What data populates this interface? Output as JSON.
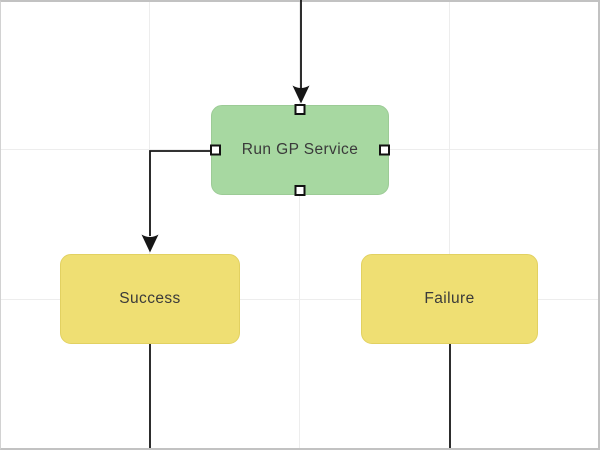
{
  "canvas": {
    "background": "#ffffff",
    "border_color": "#c2c2c2",
    "grid_color": "#ededed",
    "text_color": "#3a3a3a"
  },
  "nodes": [
    {
      "id": "run-gp-service",
      "label": "Run GP Service",
      "fill": "#a7d8a1",
      "selected": true
    },
    {
      "id": "success",
      "label": "Success",
      "fill": "#efdf73",
      "selected": false
    },
    {
      "id": "failure",
      "label": "Failure",
      "fill": "#efdf73",
      "selected": false
    }
  ],
  "connectors": {
    "color": "#161616",
    "edges": [
      {
        "id": "into-run-gp-service",
        "from": "offscreen-top",
        "to": "run-gp-service",
        "arrow": true
      },
      {
        "id": "run-gp-service-to-success",
        "from": "run-gp-service",
        "to": "success",
        "arrow": true
      },
      {
        "id": "success-out-bottom",
        "from": "success",
        "to": "offscreen-bottom",
        "arrow": false
      },
      {
        "id": "failure-out-bottom",
        "from": "failure",
        "to": "offscreen-bottom",
        "arrow": false
      }
    ]
  },
  "selection_handles": {
    "fill": "#ffffff",
    "border": "#121212",
    "positions": [
      "top",
      "right",
      "bottom",
      "left"
    ]
  }
}
